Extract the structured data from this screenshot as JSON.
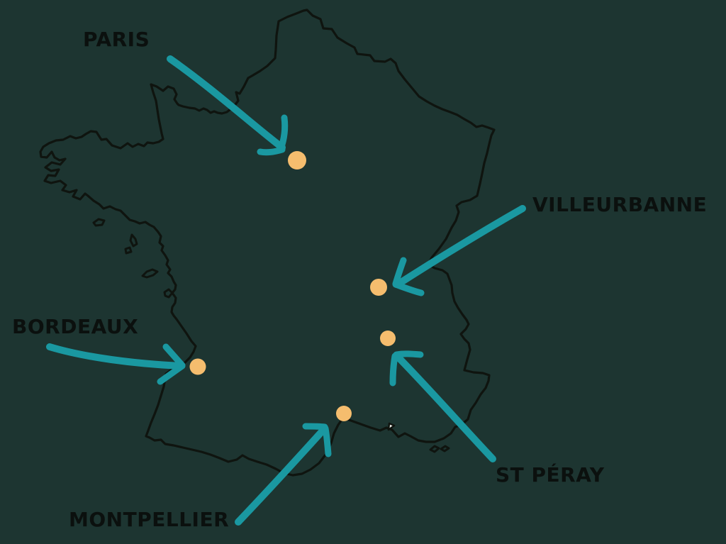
{
  "map": {
    "country": "France",
    "description": "Hand-drawn outline map of France with five cities marked by orange dots and teal arrows"
  },
  "colors": {
    "background": "#1d3531",
    "map_outline": "#0f140f",
    "arrow": "#1a98a1",
    "city_dot": "#f5bd6e",
    "label_text": "#0b100e",
    "boat_fill": "#f2f3ee"
  },
  "cities": [
    {
      "id": "paris",
      "label": "PARIS"
    },
    {
      "id": "villeurbanne",
      "label": "VILLEURBANNE"
    },
    {
      "id": "bordeaux",
      "label": "BORDEAUX"
    },
    {
      "id": "st-peray",
      "label": "ST PÉRAY"
    },
    {
      "id": "montpellier",
      "label": "MONTPELLIER"
    }
  ]
}
